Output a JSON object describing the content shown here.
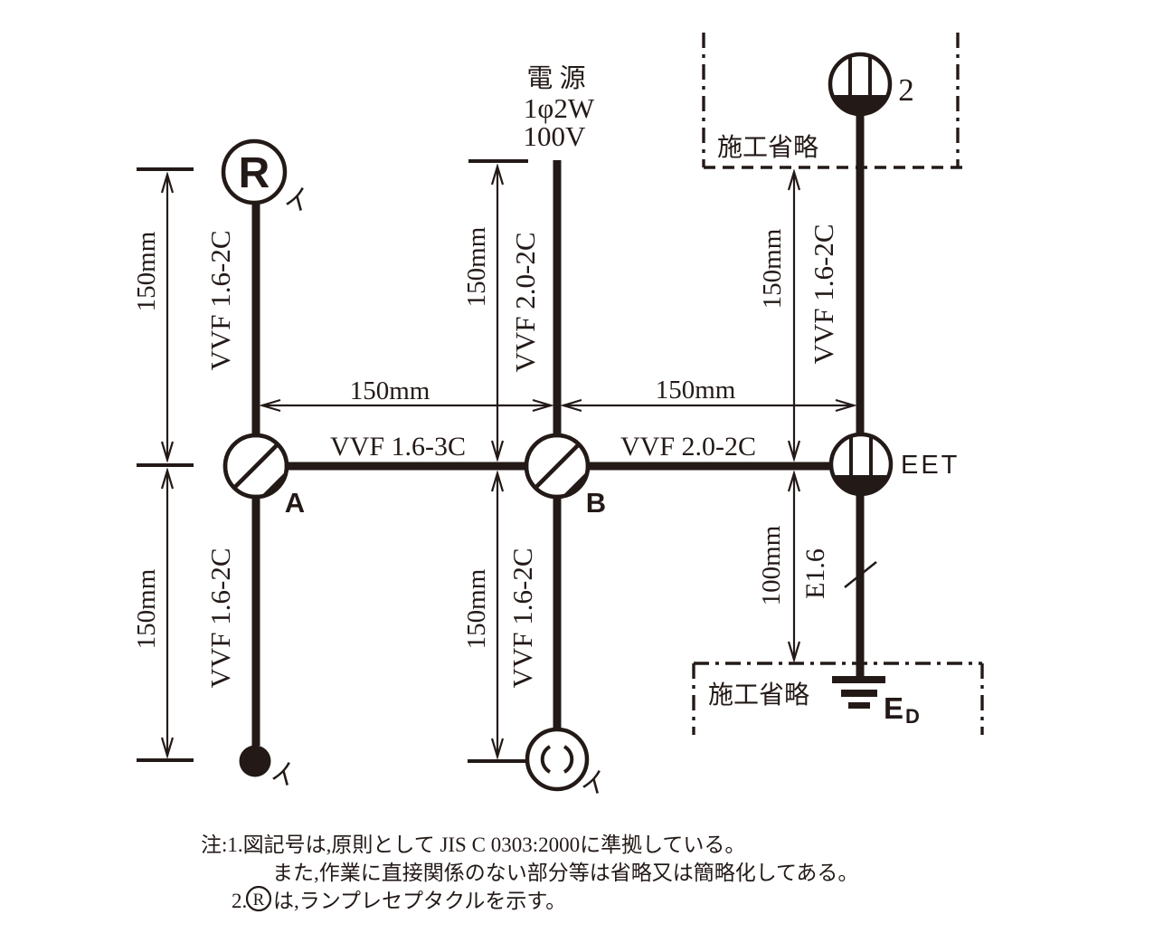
{
  "colors": {
    "ink": "#231a17",
    "background": "#ffffff"
  },
  "power": {
    "title": "電 源",
    "phase": "1φ2W",
    "voltage": "100V"
  },
  "devices": {
    "lamp_receptacle": {
      "label": "R",
      "branch": "イ"
    },
    "switch": {
      "branch": "イ"
    },
    "ceiling_rosette": {
      "branch": "イ"
    },
    "junction_a": {
      "label": "A"
    },
    "junction_b": {
      "label": "B"
    },
    "outlet_top": {
      "label": "2"
    },
    "outlet_eet": {
      "label": "EET"
    },
    "ground": {
      "label_main": "E",
      "label_sub": "D"
    }
  },
  "cables": {
    "left_top": "VVF 1.6-2C",
    "left_bottom": "VVF 1.6-2C",
    "center_top": "VVF 2.0-2C",
    "center_bottom": "VVF 1.6-2C",
    "right_top": "VVF 1.6-2C",
    "a_to_b": "VVF 1.6-3C",
    "b_to_eet": "VVF 2.0-2C",
    "earth": "E1.6"
  },
  "dimensions": {
    "left_upper": "150mm",
    "left_lower": "150mm",
    "center_upper": "150mm",
    "center_lower": "150mm",
    "right_upper": "150mm",
    "right_lower": "100mm",
    "a_to_b": "150mm",
    "b_to_eet": "150mm"
  },
  "boxes": {
    "top_right": "施工省略",
    "bottom_right": "施工省略"
  },
  "notes": {
    "line1": "注:1.図記号は,原則として JIS C 0303:2000に準拠している。",
    "line2": "また,作業に直接関係のない部分等は省略又は簡略化してある。",
    "line3_prefix": "2.",
    "line3_symbol": "R",
    "line3_suffix": "は,ランプレセプタクルを示す。"
  }
}
